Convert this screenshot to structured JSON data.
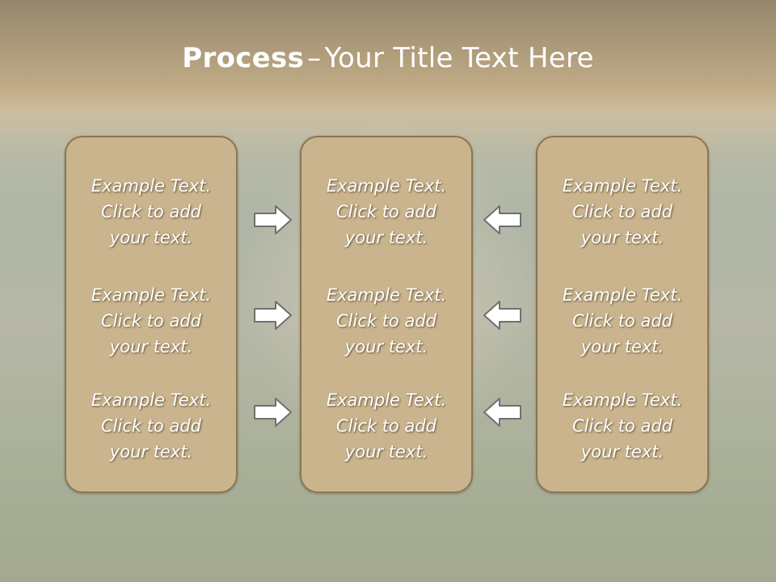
{
  "slide": {
    "title_bold": "Process",
    "title_dash": "–",
    "title_rest": "Your Title Text Here"
  },
  "columns": [
    {
      "items": [
        {
          "line1": "Example Text.",
          "line2": "Click  to add",
          "line3": "your text."
        },
        {
          "line1": "Example Text.",
          "line2": "Click  to add",
          "line3": "your text."
        },
        {
          "line1": "Example Text.",
          "line2": "Click  to add",
          "line3": "your text."
        }
      ]
    },
    {
      "items": [
        {
          "line1": "Example Text.",
          "line2": "Click  to add",
          "line3": "your text."
        },
        {
          "line1": "Example Text.",
          "line2": "Click  to add",
          "line3": "your text."
        },
        {
          "line1": "Example Text.",
          "line2": "Click  to add",
          "line3": "your text."
        }
      ]
    },
    {
      "items": [
        {
          "line1": "Example Text.",
          "line2": "Click  to add",
          "line3": "your text."
        },
        {
          "line1": "Example Text.",
          "line2": "Click  to add",
          "line3": "your text."
        },
        {
          "line1": "Example Text.",
          "line2": "Click  to add",
          "line3": "your text."
        }
      ]
    }
  ],
  "arrows": {
    "left_group": [
      "right-arrow-icon",
      "right-arrow-icon",
      "right-arrow-icon"
    ],
    "right_group": [
      "left-arrow-icon",
      "left-arrow-icon",
      "left-arrow-icon"
    ]
  },
  "colors": {
    "box_fill": "#c9b48d",
    "box_border": "#8c7653",
    "text": "#ffffff"
  }
}
